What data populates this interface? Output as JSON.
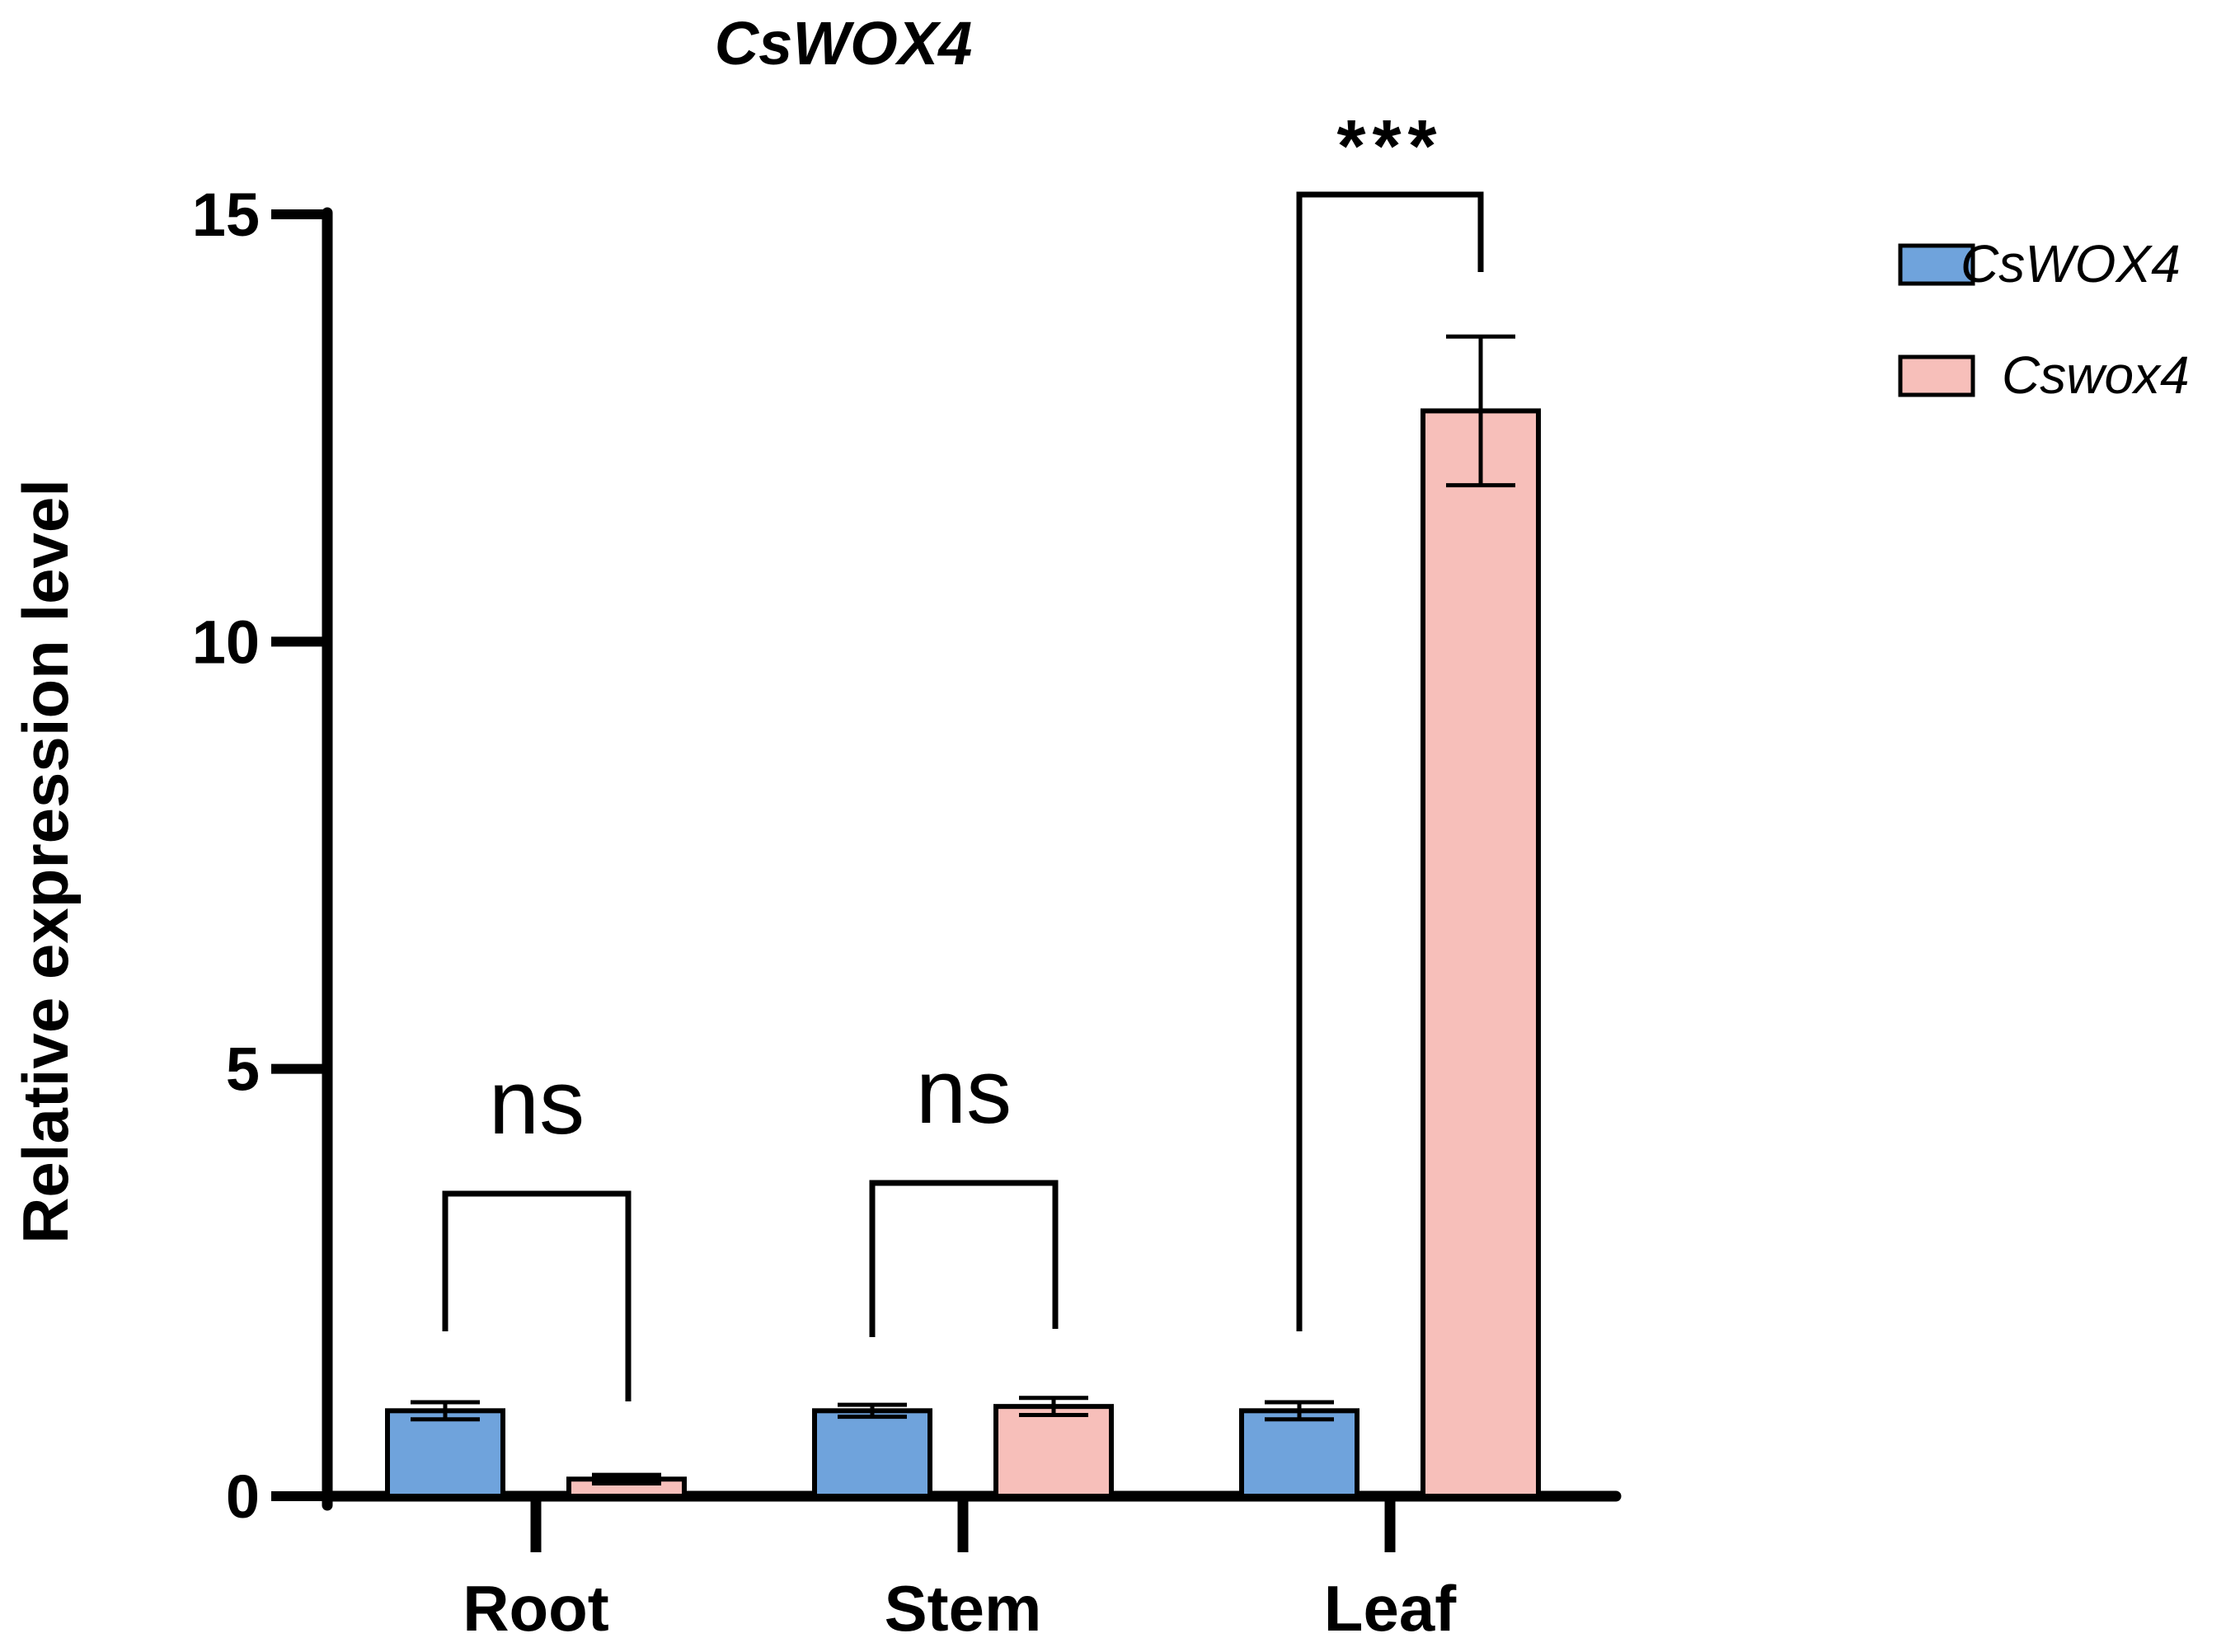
{
  "chart_data": {
    "type": "bar",
    "title": "CsWOX4",
    "xlabel": "",
    "ylabel": "Relative expression level",
    "ylim": [
      0,
      15
    ],
    "yticks": [
      0,
      5,
      10,
      15
    ],
    "categories": [
      "Root",
      "Stem",
      "Leaf"
    ],
    "series": [
      {
        "name": "CsWOX4",
        "color": "#6fa3dc",
        "values": [
          1.0,
          1.0,
          1.0
        ],
        "errors": [
          0.1,
          0.07,
          0.1
        ]
      },
      {
        "name": "Cswox4",
        "color": "#f7bfba",
        "values": [
          0.2,
          1.05,
          12.7
        ],
        "errors": [
          0.05,
          0.1,
          0.87
        ]
      }
    ],
    "significance": [
      {
        "category": "Root",
        "label": "ns"
      },
      {
        "category": "Stem",
        "label": "ns"
      },
      {
        "category": "Leaf",
        "label": "***"
      }
    ],
    "legend_position": "top-right",
    "grid": false
  }
}
